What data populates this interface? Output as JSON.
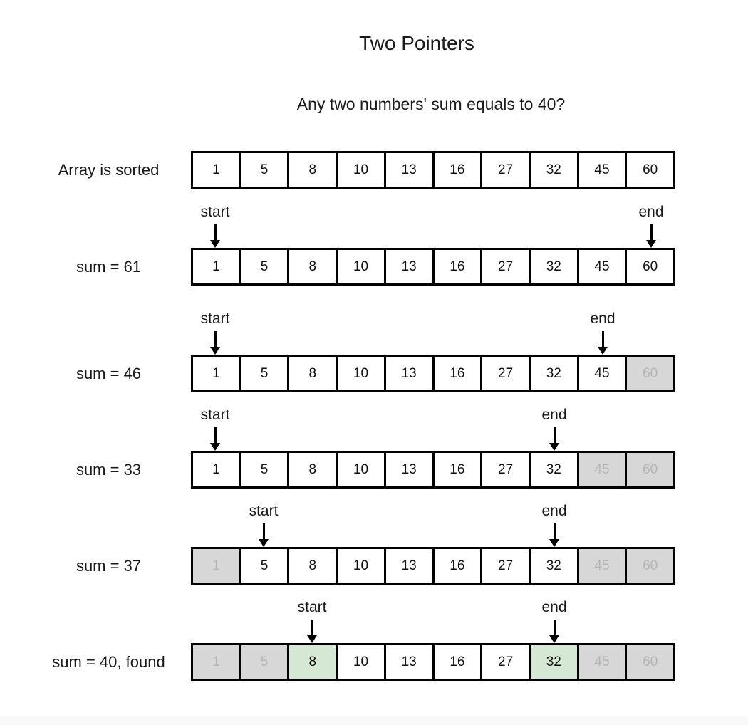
{
  "title": "Two Pointers",
  "subtitle": "Any two numbers' sum equals to 40?",
  "array_values": [
    "1",
    "5",
    "8",
    "10",
    "13",
    "16",
    "27",
    "32",
    "45",
    "60"
  ],
  "pointer_labels": {
    "start": "start",
    "end": "end"
  },
  "colors": {
    "border": "#000000",
    "cell_bg": "#ffffff",
    "cell_text": "#111111",
    "eliminated_bg": "#d7d7d7",
    "eliminated_text": "#b5b5b5",
    "found_bg": "#d5e8d4",
    "found_text": "#111111"
  },
  "rows": [
    {
      "label": "Array is sorted",
      "start": null,
      "end": null,
      "eliminated": [],
      "found": []
    },
    {
      "label": "sum = 61",
      "start": 0,
      "end": 9,
      "eliminated": [],
      "found": []
    },
    {
      "label": "sum = 46",
      "start": 0,
      "end": 8,
      "eliminated": [
        9
      ],
      "found": []
    },
    {
      "label": "sum = 33",
      "start": 0,
      "end": 7,
      "eliminated": [
        8,
        9
      ],
      "found": []
    },
    {
      "label": "sum = 37",
      "start": 1,
      "end": 7,
      "eliminated": [
        0,
        8,
        9
      ],
      "found": []
    },
    {
      "label": "sum = 40, found",
      "start": 2,
      "end": 7,
      "eliminated": [
        0,
        1,
        8,
        9
      ],
      "found": [
        2,
        7
      ]
    }
  ]
}
